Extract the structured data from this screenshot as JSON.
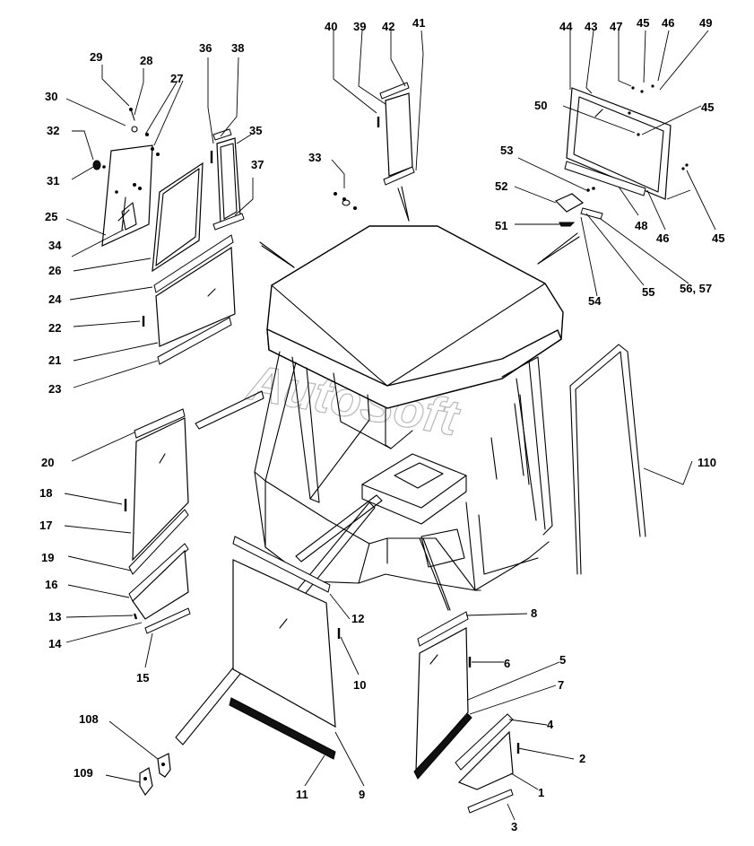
{
  "watermark": "AutoSoft",
  "callouts": [
    {
      "id": "1",
      "label": "1"
    },
    {
      "id": "2",
      "label": "2"
    },
    {
      "id": "3",
      "label": "3"
    },
    {
      "id": "4",
      "label": "4"
    },
    {
      "id": "5",
      "label": "5"
    },
    {
      "id": "6",
      "label": "6"
    },
    {
      "id": "7",
      "label": "7"
    },
    {
      "id": "8",
      "label": "8"
    },
    {
      "id": "9",
      "label": "9"
    },
    {
      "id": "10",
      "label": "10"
    },
    {
      "id": "11",
      "label": "11"
    },
    {
      "id": "12",
      "label": "12"
    },
    {
      "id": "13",
      "label": "13"
    },
    {
      "id": "14",
      "label": "14"
    },
    {
      "id": "15",
      "label": "15"
    },
    {
      "id": "16",
      "label": "16"
    },
    {
      "id": "17",
      "label": "17"
    },
    {
      "id": "18",
      "label": "18"
    },
    {
      "id": "19",
      "label": "19"
    },
    {
      "id": "20",
      "label": "20"
    },
    {
      "id": "21",
      "label": "21"
    },
    {
      "id": "22",
      "label": "22"
    },
    {
      "id": "23",
      "label": "23"
    },
    {
      "id": "24",
      "label": "24"
    },
    {
      "id": "25",
      "label": "25"
    },
    {
      "id": "26",
      "label": "26"
    },
    {
      "id": "27",
      "label": "27"
    },
    {
      "id": "28",
      "label": "28"
    },
    {
      "id": "29",
      "label": "29"
    },
    {
      "id": "30",
      "label": "30"
    },
    {
      "id": "31",
      "label": "31"
    },
    {
      "id": "32",
      "label": "32"
    },
    {
      "id": "33",
      "label": "33"
    },
    {
      "id": "34",
      "label": "34"
    },
    {
      "id": "35",
      "label": "35"
    },
    {
      "id": "36",
      "label": "36"
    },
    {
      "id": "37",
      "label": "37"
    },
    {
      "id": "38",
      "label": "38"
    },
    {
      "id": "39",
      "label": "39"
    },
    {
      "id": "40",
      "label": "40"
    },
    {
      "id": "41",
      "label": "41"
    },
    {
      "id": "42",
      "label": "42"
    },
    {
      "id": "43",
      "label": "43"
    },
    {
      "id": "44",
      "label": "44"
    },
    {
      "id": "45a",
      "label": "45"
    },
    {
      "id": "45b",
      "label": "45"
    },
    {
      "id": "45c",
      "label": "45"
    },
    {
      "id": "46a",
      "label": "46"
    },
    {
      "id": "46b",
      "label": "46"
    },
    {
      "id": "47",
      "label": "47"
    },
    {
      "id": "48",
      "label": "48"
    },
    {
      "id": "49",
      "label": "49"
    },
    {
      "id": "50",
      "label": "50"
    },
    {
      "id": "51",
      "label": "51"
    },
    {
      "id": "52",
      "label": "52"
    },
    {
      "id": "53",
      "label": "53"
    },
    {
      "id": "54",
      "label": "54"
    },
    {
      "id": "55",
      "label": "55"
    },
    {
      "id": "5657",
      "label": "56, 57"
    },
    {
      "id": "108",
      "label": "108"
    },
    {
      "id": "109",
      "label": "109"
    },
    {
      "id": "110",
      "label": "110"
    }
  ]
}
